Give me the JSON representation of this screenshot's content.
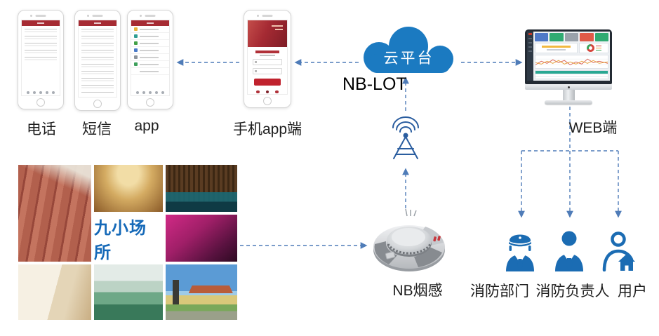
{
  "labels": {
    "phone": "电话",
    "sms": "短信",
    "app": "app",
    "mobile_app": "手机app端",
    "cloud": "云平台",
    "nb_lot": "NB-LOT",
    "web": "WEB端",
    "nine_places": "九小场所",
    "nb_smoke": "NB烟感",
    "fire_department": "消防部门",
    "fire_manager": "消防负责人",
    "user": "用户"
  },
  "colors": {
    "cloud_blue": "#1b7ac1",
    "icon_blue": "#1b6cb3",
    "connector_blue": "#4f7cb8",
    "app_red": "#a62b33",
    "places_blue": "#1569b8"
  }
}
